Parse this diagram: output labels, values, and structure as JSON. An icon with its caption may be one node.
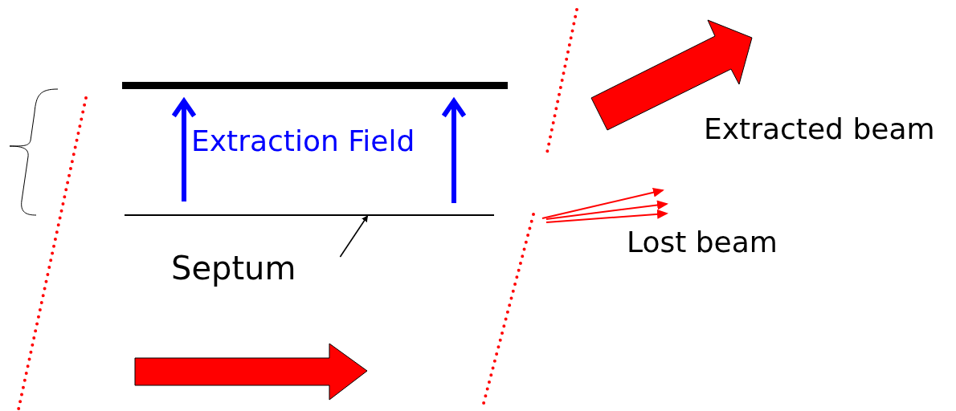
{
  "diagram": {
    "nodes": [
      {
        "text": [
          "Septum"
        ]
      },
      {
        "text": [],
        "shape": "bar"
      }
    ],
    "edges": [
      {
        "from": 0,
        "to": 1,
        "arrow": "to"
      }
    ],
    "labels": [
      "Extraction Field",
      "Extracted beam",
      "Lost beam"
    ]
  }
}
